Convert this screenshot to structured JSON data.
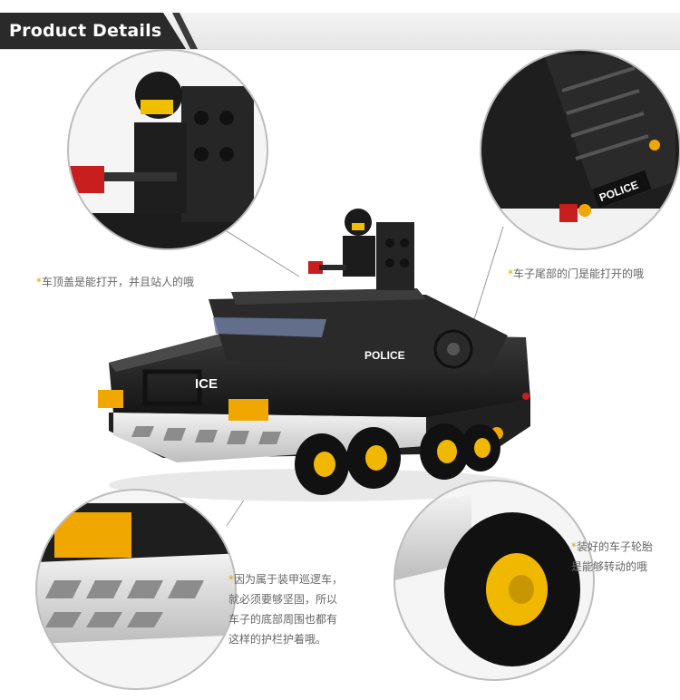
{
  "header": {
    "title": "Product Details"
  },
  "callouts": [
    {
      "id": "roof",
      "text": "车顶盖是能打开，并且站人的哦"
    },
    {
      "id": "rear-door",
      "text": "车子尾部的门是能打开的哦"
    },
    {
      "id": "underbody",
      "lines": [
        "因为属于装甲巡逻车，",
        "就必须要够坚固，所以",
        "车子的底部周围也都有",
        "这样的护栏护着哦。"
      ]
    },
    {
      "id": "wheels",
      "lines": [
        "装好的车子轮胎",
        "是能够转动的哦"
      ]
    }
  ],
  "labels": {
    "police_side": "POLICE",
    "police_rear": "POLICE",
    "police_front": "ICE"
  },
  "colors": {
    "accent": "#e0a000",
    "body": "#1e1e1e",
    "trim": "#d8d8d8",
    "light": "#f0a800"
  }
}
